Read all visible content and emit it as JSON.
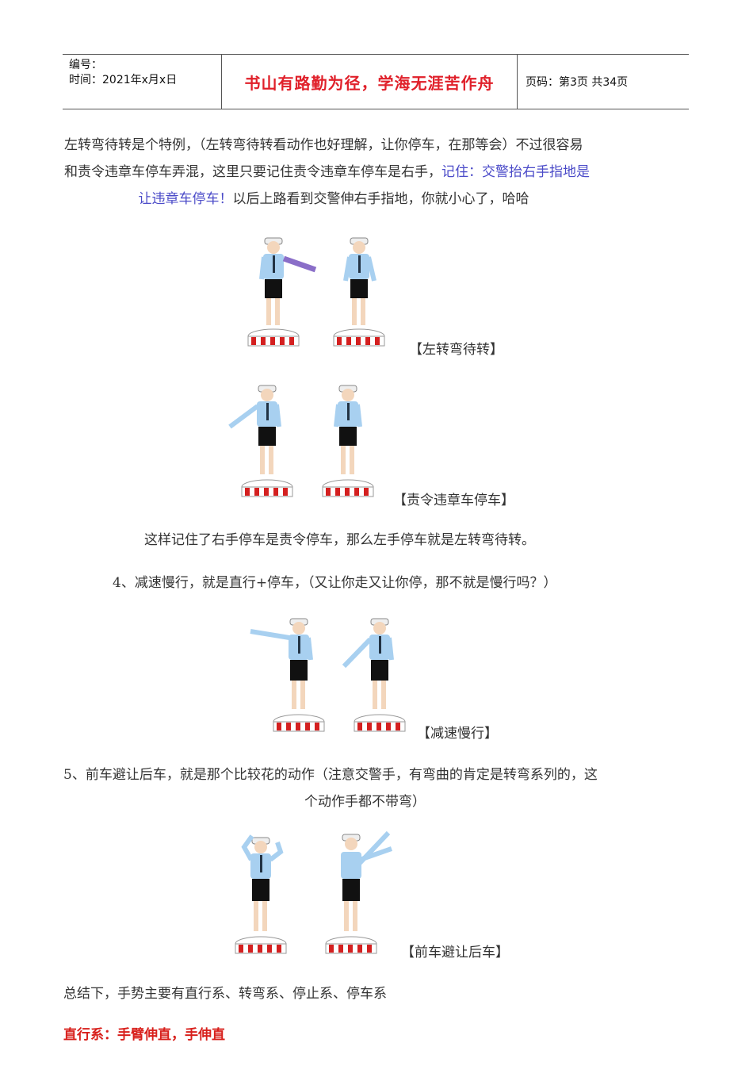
{
  "header": {
    "number_label": "编号：",
    "time_label": "时间：2021年x月x日",
    "motto": "书山有路勤为径，学海无涯苦作舟",
    "page_info": "页码：第3页  共34页"
  },
  "intro": {
    "line1": "左转弯待转是个特例，（左转弯待转看动作也好理解，让你停车，在那等会）不过很容易",
    "line2a": "和责令违章车停车弄混，这里只要记住责令违章车停车是右手，",
    "line2b": "记住：交警抬右手指地是",
    "line3a": "让违章车停车！",
    "line3b": "以后上路看到交警伸右手指地，你就小心了，哈哈"
  },
  "captions": {
    "left_turn_wait": "【左转弯待转】",
    "order_stop": "【责令违章车停车】",
    "slow_down": "【减速慢行】",
    "yield": "【前车避让后车】"
  },
  "text": {
    "remember": "这样记住了右手停车是责令停车，那么左手停车就是左转弯待转。",
    "item4": "4、减速慢行，就是直行+停车，（又让你走又让你停，那不就是慢行吗？）",
    "item5_line1": "5、前车避让后车，就是那个比较花的动作（注意交警手，有弯曲的肯定是转弯系列的，这",
    "item5_line2": "个动作手都不带弯）",
    "summary": "总结下，手势主要有直行系、转弯系、停止系、停车系",
    "straight": "直行系：手臂伸直，手伸直"
  },
  "colors": {
    "motto": "#e0202a",
    "highlight_blue": "#4a4ac8",
    "heading_red": "#d8201c",
    "shirt": "#a8d0f0",
    "skirt": "#111111",
    "pedestal_red": "#d42020"
  }
}
